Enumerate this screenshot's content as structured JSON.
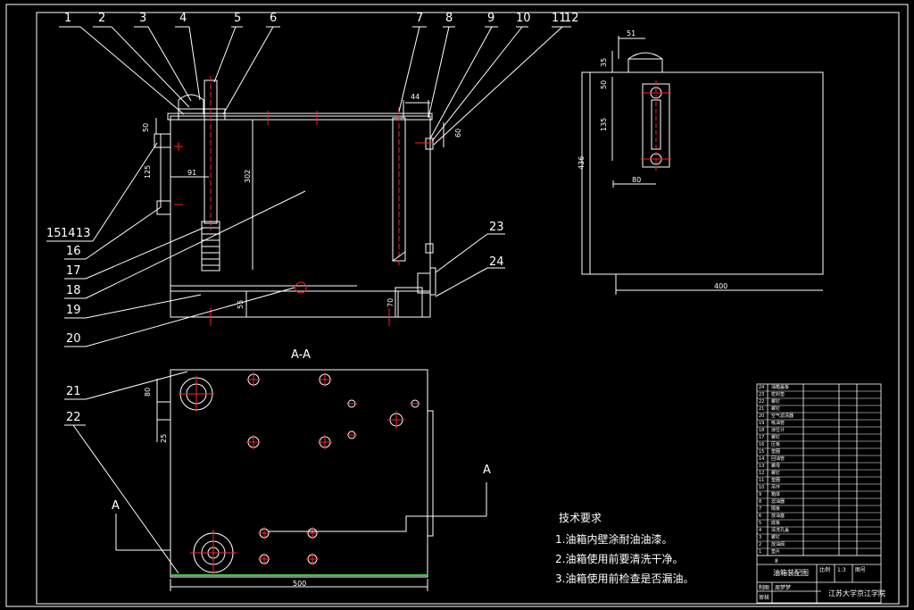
{
  "balloons": [
    "1",
    "2",
    "3",
    "4",
    "5",
    "6",
    "7",
    "8",
    "9",
    "10",
    "11",
    "12",
    "13",
    "14",
    "15",
    "16",
    "17",
    "18",
    "19",
    "20",
    "21",
    "22",
    "23",
    "24"
  ],
  "dimensions": {
    "d50_top": "50",
    "d125": "125",
    "d91": "91",
    "d302": "302",
    "d44": "44",
    "d60": "60",
    "d70": "70",
    "d55": "55",
    "d80": "80",
    "d25": "25",
    "d500": "500",
    "side_51": "51",
    "side_35": "35",
    "side_50": "50",
    "side_135": "135",
    "side_436": "436",
    "side_80": "80",
    "side_400": "400"
  },
  "section_title": "A-A",
  "section_markers": {
    "left": "A",
    "right": "A"
  },
  "tech_notes": {
    "heading": "技术要求",
    "items": [
      "1.油箱内壁涂耐油油漆。",
      "2.油箱使用前要清洗干净。",
      "3.油箱使用前检查是否漏油。"
    ]
  },
  "title_block": {
    "drawing_name": "油箱装配图",
    "scale_label": "比例",
    "scale_value": "1:3",
    "sheet_label": "图号",
    "institution": "江苏大学京江学院",
    "qty_label": "8",
    "roles": [
      "制图",
      "审核"
    ],
    "designer": "周梦梦"
  },
  "parts_list": [
    "油箱盖板",
    "密封垫",
    "螺钉",
    "螺钉",
    "空气滤清器",
    "吸油管",
    "液位计",
    "螺钉",
    "压板",
    "垫圈",
    "回油管",
    "螺母",
    "螺钉",
    "垫圈",
    "吊环",
    "箱体",
    "滤油器",
    "隔板",
    "放油塞",
    "底板",
    "清洗孔盖",
    "螺钉",
    "放油阀",
    "垫片"
  ],
  "colors": {
    "line": "#ffffff",
    "hidden": "#ff2222",
    "green": "#33cc33",
    "background": "#000000"
  }
}
